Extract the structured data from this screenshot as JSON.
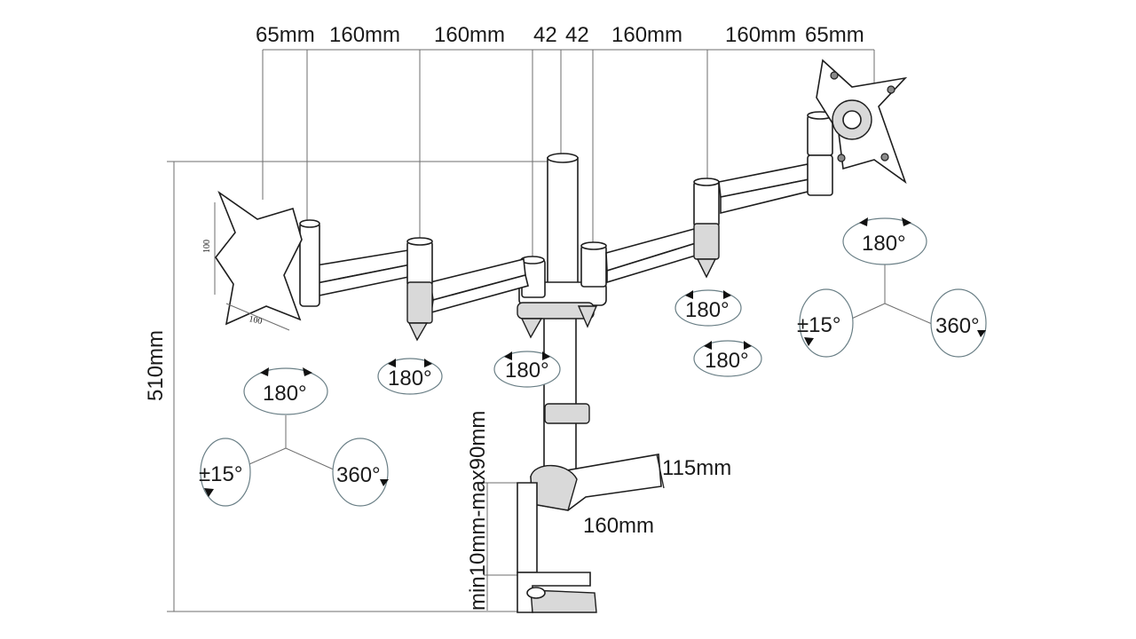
{
  "top_dimensions": [
    "65mm",
    "160mm",
    "160mm",
    "42",
    "42",
    "160mm",
    "160mm",
    "65mm"
  ],
  "height_label": "510mm",
  "clamp_thickness_label": "min10mm-max90mm",
  "base_width_label": "115mm",
  "base_depth_label": "160mm",
  "vesa_labels": [
    "100",
    "100"
  ],
  "rotation_labels": {
    "left_tilt": "180°",
    "left_swivel": "±15°",
    "left_rotate": "360°",
    "left_elbow": "180°",
    "center": "180°",
    "right_elbow_a": "180°",
    "right_elbow_b": "180°",
    "right_tilt": "180°",
    "right_swivel": "±15°",
    "right_rotate": "360°"
  }
}
